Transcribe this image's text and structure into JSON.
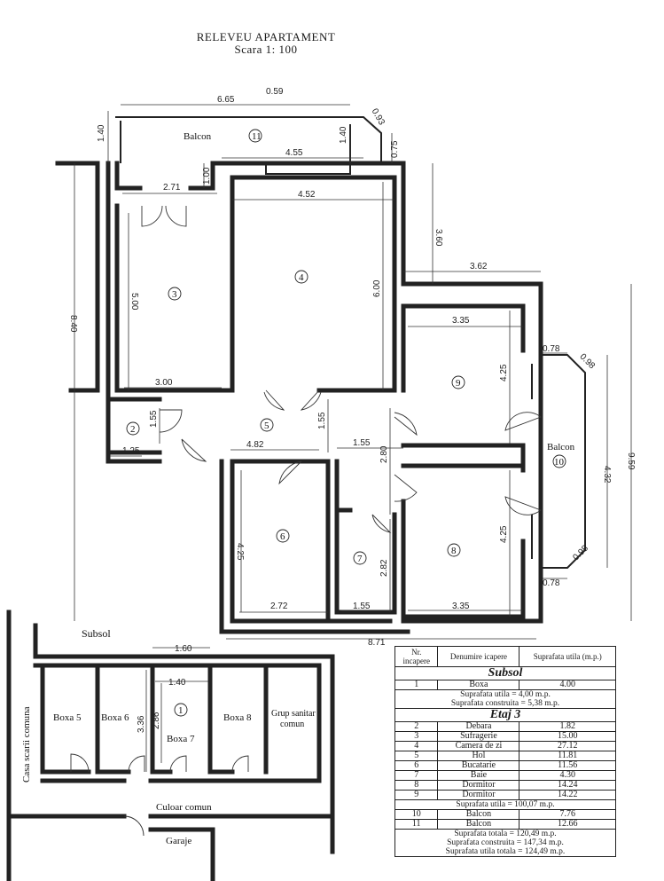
{
  "title": "RELEVEU APARTAMENT",
  "scale": "Scara 1: 100",
  "rooms": {
    "balcon_top": {
      "label": "Balcon",
      "num": "11"
    },
    "room2": {
      "num": "2"
    },
    "room3": {
      "num": "3"
    },
    "room4": {
      "num": "4"
    },
    "room5": {
      "num": "5"
    },
    "room6": {
      "num": "6"
    },
    "room7": {
      "num": "7"
    },
    "room8": {
      "num": "8"
    },
    "room9": {
      "num": "9"
    },
    "balcon_right": {
      "label": "Balcon",
      "num": "10"
    }
  },
  "dims": {
    "d_6_65": "6.65",
    "d_0_59": "0.59",
    "d_0_93": "0.93",
    "d_1_40a": "1.40",
    "d_1_40b": "1.40",
    "d_0_75": "0.75",
    "d_4_55": "4.55",
    "d_1_00": "1.00",
    "d_2_71": "2.71",
    "d_4_52": "4.52",
    "d_3_60": "3.60",
    "d_3_62": "3.62",
    "d_8_40": "8.40",
    "d_5_00": "5.00",
    "d_6_00": "6.00",
    "d_3_35a": "3.35",
    "d_0_78a": "0.78",
    "d_0_98a": "0.98",
    "d_3_00": "3.00",
    "d_4_25a": "4.25",
    "d_1_55a": "1.55",
    "d_1_55b": "1.55",
    "d_1_55c": "1.55",
    "d_1_25": "1.25",
    "d_4_82": "4.82",
    "d_2_80": "2.80",
    "d_4_32": "4.32",
    "d_9_59": "9.59",
    "d_4_25b": "4.25",
    "d_4_25c": "4.25",
    "d_2_82": "2.82",
    "d_0_98b": "0.98",
    "d_0_78b": "0.78",
    "d_2_72": "2.72",
    "d_1_55d": "1.55",
    "d_3_35b": "3.35",
    "d_8_71": "8.71"
  },
  "basement": {
    "title": "Subsol",
    "d_1_60": "1.60",
    "d_1_40": "1.40",
    "d_3_36": "3.36",
    "d_2_86": "2.86",
    "boxa5": "Boxa 5",
    "boxa6": "Boxa 6",
    "boxa7": "Boxa 7",
    "boxa7_num": "1",
    "boxa8": "Boxa 8",
    "grup_sanitar": "Grup sanitar",
    "comun": "comun",
    "casa_scarii": "Casa scarii comuna",
    "culoar": "Culoar comun",
    "garaje": "Garaje"
  },
  "table": {
    "h_nr": "Nr.",
    "h_incapere": "incapere",
    "h_denumire": "Denumire icapere",
    "h_suprafata": "Suprafata utila (m.p.)",
    "sec_subsol": "Subsol",
    "subsol_rows": [
      {
        "nr": "1",
        "name": "Boxa",
        "area": "4.00"
      }
    ],
    "subsol_util": "Suprafata utila = 4,00 m.p.",
    "subsol_constr": "Suprafata construita = 5,38 m.p.",
    "sec_etaj": "Etaj 3",
    "etaj_rows": [
      {
        "nr": "2",
        "name": "Debara",
        "area": "1.82"
      },
      {
        "nr": "3",
        "name": "Sufragerie",
        "area": "15.00"
      },
      {
        "nr": "4",
        "name": "Camera de zi",
        "area": "27.12"
      },
      {
        "nr": "5",
        "name": "Hol",
        "area": "11.81"
      },
      {
        "nr": "6",
        "name": "Bucatarie",
        "area": "11.56"
      },
      {
        "nr": "7",
        "name": "Baie",
        "area": "4.30"
      },
      {
        "nr": "8",
        "name": "Dormitor",
        "area": "14.24"
      },
      {
        "nr": "9",
        "name": "Dormitor",
        "area": "14.22"
      }
    ],
    "etaj_util": "Suprafata utila = 100,07 m.p.",
    "balcon_rows": [
      {
        "nr": "10",
        "name": "Balcon",
        "area": "7.76"
      },
      {
        "nr": "11",
        "name": "Balcon",
        "area": "12.66"
      }
    ],
    "total_1": "Suprafata totala = 120,49 m.p.",
    "total_2": "Suprafata construita = 147,34 m.p.",
    "total_3": "Suprafata utila totala = 124,49 m.p."
  }
}
